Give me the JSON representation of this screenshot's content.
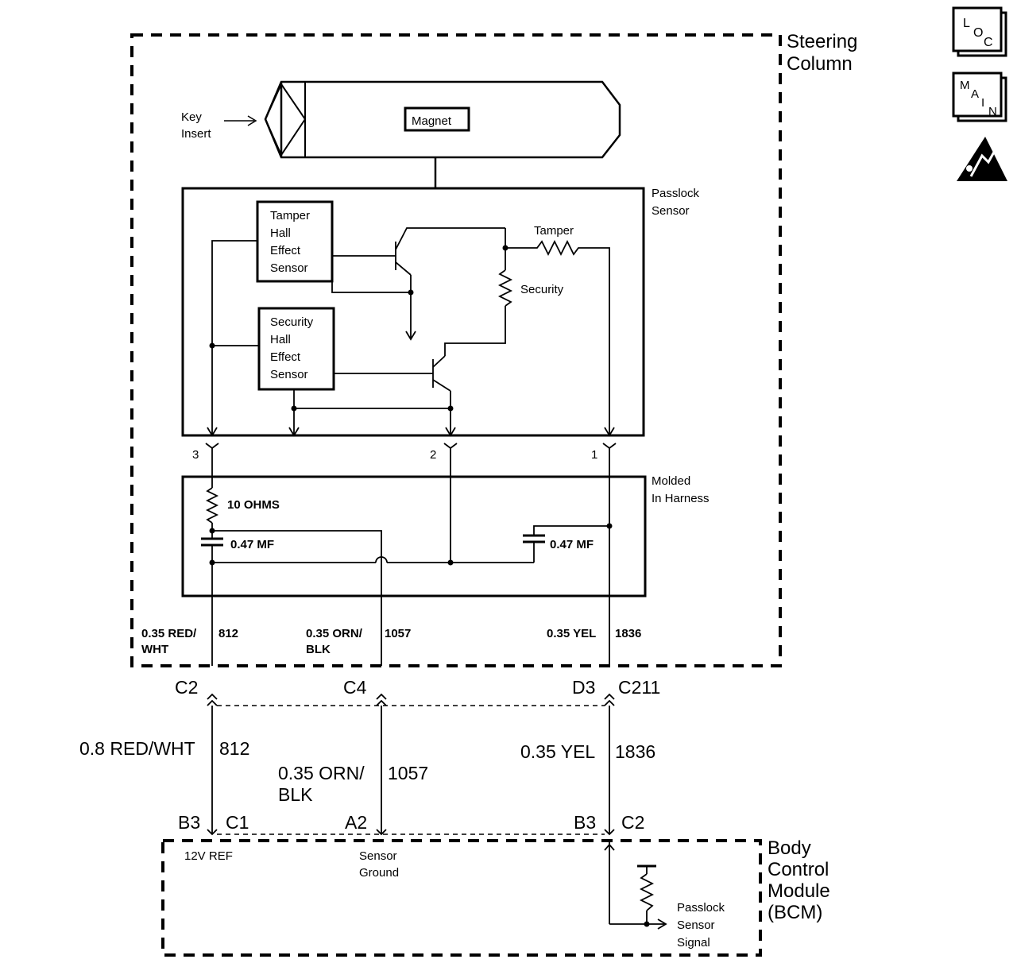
{
  "regions": {
    "steering_column": [
      "Steering",
      "Column"
    ],
    "passlock_sensor": [
      "Passlock",
      "Sensor"
    ],
    "molded_harness": [
      "Molded",
      "In Harness"
    ],
    "bcm": [
      "Body",
      "Control",
      "Module",
      "(BCM)"
    ]
  },
  "key_insert": [
    "Key",
    "Insert"
  ],
  "magnet": "Magnet",
  "tamper_sensor": [
    "Tamper",
    "Hall",
    "Effect",
    "Sensor"
  ],
  "security_sensor": [
    "Security",
    "Hall",
    "Effect",
    "Sensor"
  ],
  "tamper_resistor": "Tamper",
  "security_resistor": "Security",
  "pins": [
    "3",
    "2",
    "1"
  ],
  "harness_components": {
    "resistor": "10 OHMS",
    "cap_left": "0.47 MF",
    "cap_right": "0.47 MF"
  },
  "column_wires": {
    "w1": [
      "0.35 RED/",
      "WHT"
    ],
    "c1": "812",
    "w2": [
      "0.35 ORN/",
      "BLK"
    ],
    "c2": "1057",
    "w3": "0.35 YEL",
    "c3": "1836"
  },
  "connector_c211": {
    "pin1": "C2",
    "pin2": "C4",
    "pin3": "D3",
    "name": "C211"
  },
  "harness_wires": {
    "w1": "0.8 RED/WHT",
    "c1": "812",
    "w2": [
      "0.35 ORN/",
      "BLK"
    ],
    "c2": "1057",
    "w3": "0.35 YEL",
    "c3": "1836"
  },
  "bcm_connectors": {
    "p1": "B3",
    "c1": "C1",
    "p2": "A2",
    "p3": "B3",
    "c2": "C2"
  },
  "bcm_labels": {
    "ref": "12V REF",
    "ground": [
      "Sensor",
      "Ground"
    ],
    "signal": [
      "Passlock",
      "Sensor",
      "Signal"
    ]
  },
  "icons": {
    "loc": [
      "L",
      "O",
      "C"
    ],
    "main": [
      "M",
      "A",
      "I",
      "N"
    ],
    "esd": "esd-warning-icon"
  }
}
